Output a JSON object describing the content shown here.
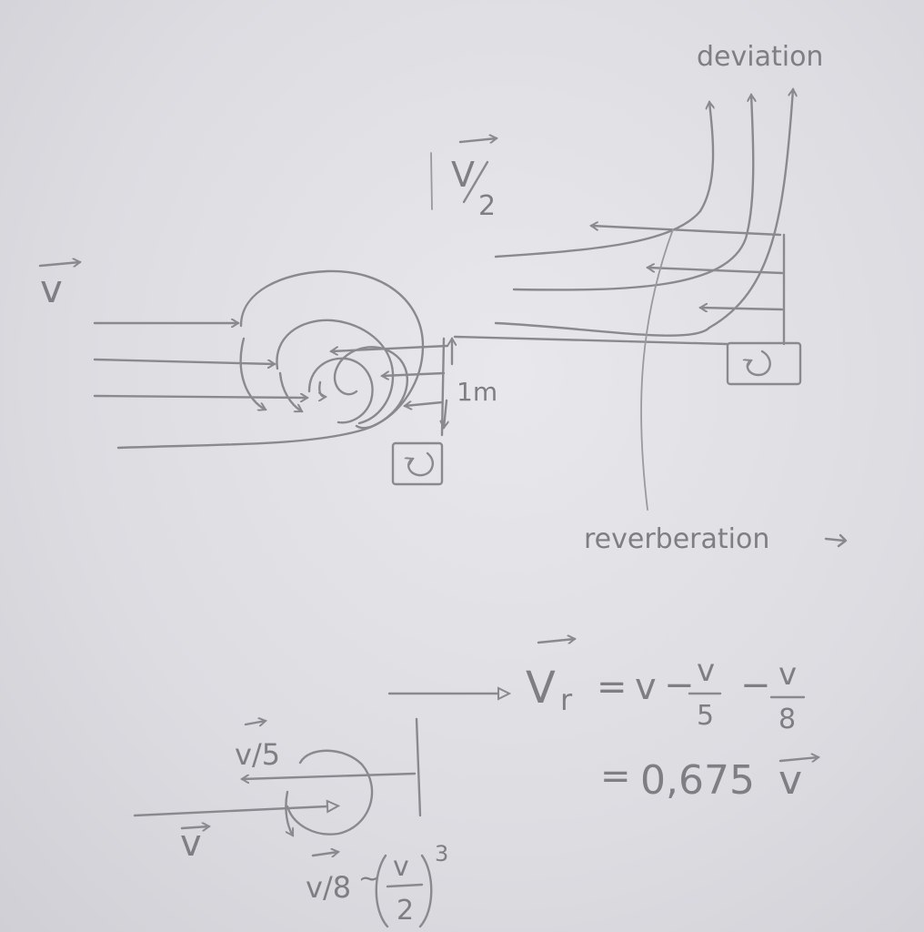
{
  "labels": {
    "v_left": "v",
    "v_half_num": "V",
    "v_half_den": "2",
    "one_meter": "1m",
    "deviation": "deviation",
    "reverberation": "reverberation",
    "v_bottom": "v",
    "v_fifth": "v/5",
    "v_eighth": "v/8",
    "approx": "~",
    "paren_num": "v",
    "paren_den": "2",
    "exponent": "3"
  },
  "equation": {
    "lhs": "V",
    "lhs_sub": "r",
    "eq": "=",
    "v1": "v",
    "minus1": "−",
    "frac1_num": "v",
    "frac1_den": "5",
    "minus2": "−",
    "frac2_num": "v",
    "frac2_den": "8",
    "result_eq": "=",
    "result_value": "0,675",
    "result_v": "v"
  },
  "colors": {
    "paper": "#e3e3e7",
    "pencil": "#8a8a8e"
  }
}
